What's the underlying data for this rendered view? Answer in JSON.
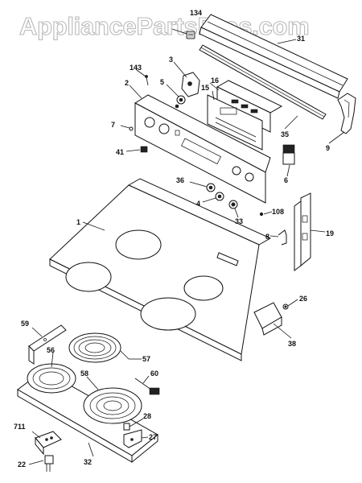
{
  "watermark": "AppliancePartsPros.com",
  "callouts": {
    "p1": "1",
    "p2": "2",
    "p3": "3",
    "p4": "4",
    "p5": "5",
    "p6": "6",
    "p7": "7",
    "p8": "8",
    "p9": "9",
    "p15": "15",
    "p16": "16",
    "p19": "19",
    "p22": "22",
    "p26": "26",
    "p27": "27",
    "p28": "28",
    "p31": "31",
    "p32": "32",
    "p33": "33",
    "p35": "35",
    "p36": "36",
    "p38": "38",
    "p41": "41",
    "p56": "56",
    "p57": "57",
    "p58": "58",
    "p59": "59",
    "p60": "60",
    "p108": "108",
    "p134": "134",
    "p143": "143",
    "p711": "711"
  }
}
